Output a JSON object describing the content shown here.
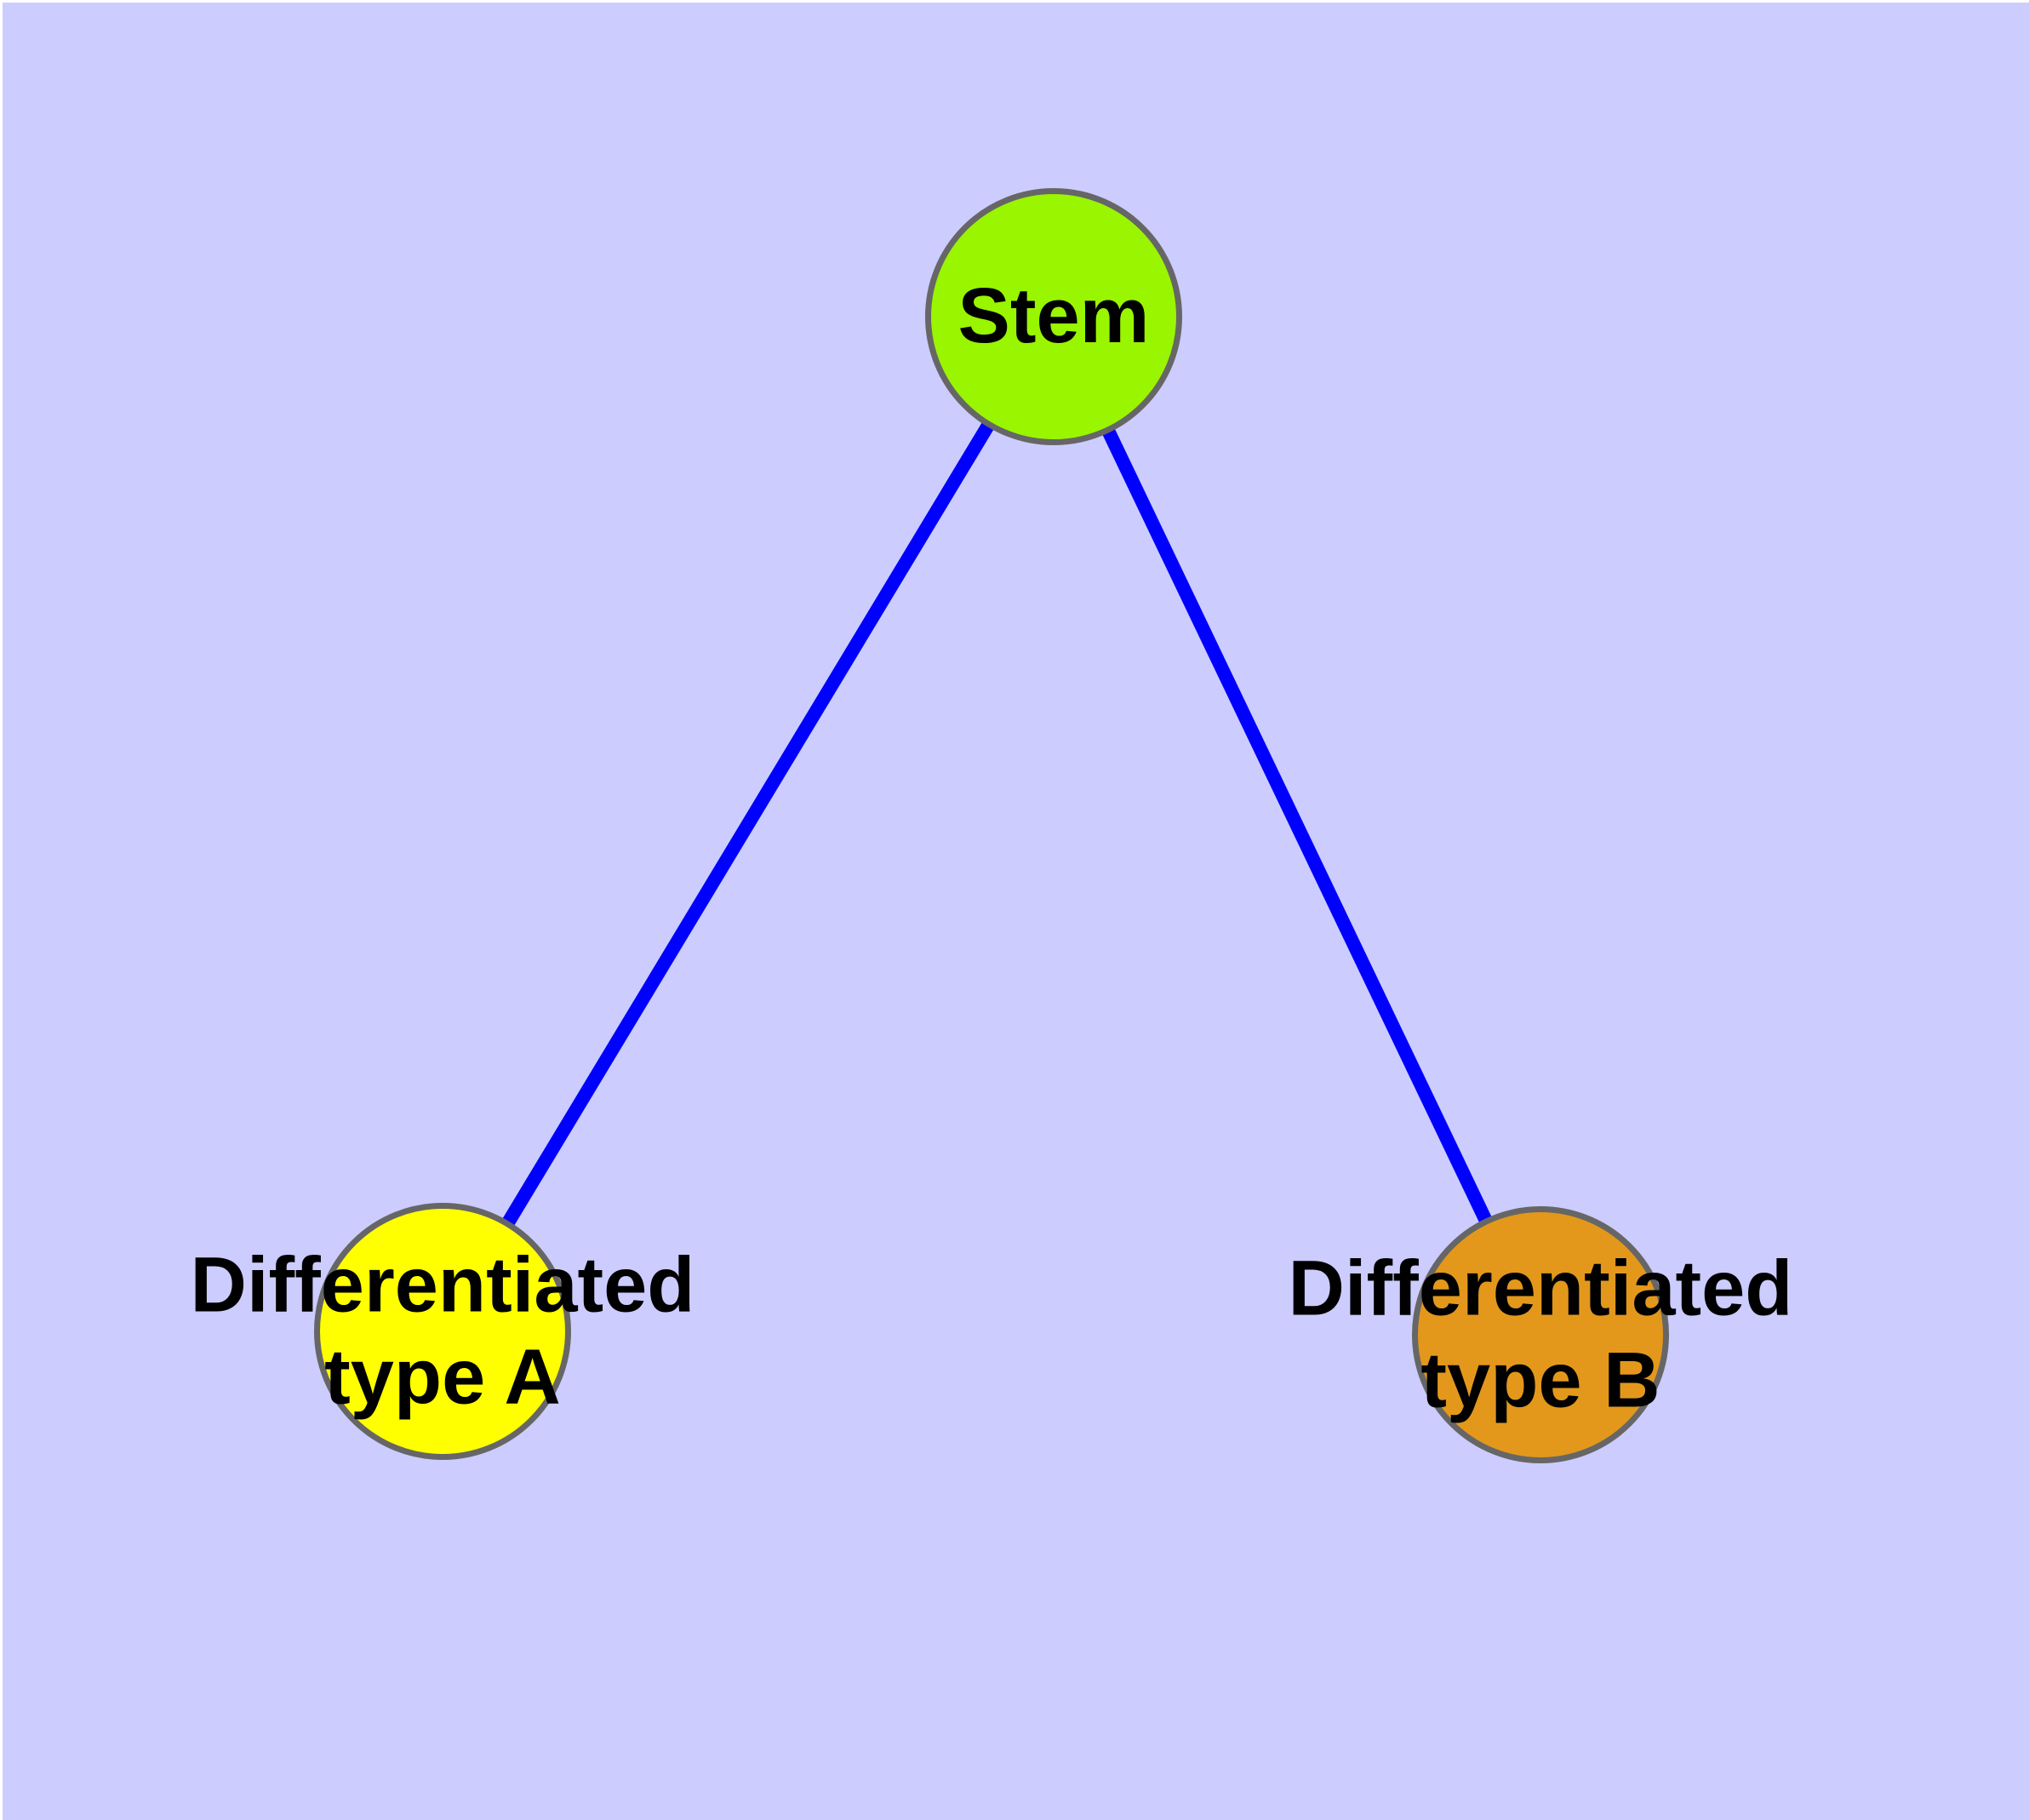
{
  "colors": {
    "background": "#CCCCFF",
    "frame": "#FFFFFF",
    "edge": "#0000FF",
    "node_border": "#666666",
    "label": "#000000"
  },
  "nodes": {
    "stem": {
      "label": "Stem",
      "fill": "#99F500"
    },
    "type_a": {
      "label_line1": "Differentiated",
      "label_line2": "type A",
      "fill": "#FFFF00"
    },
    "type_b": {
      "label_line1": "Differentiated",
      "label_line2": "type B",
      "fill": "#E3981C"
    }
  },
  "edges": [
    {
      "from": "Stem",
      "to": "Differentiated type A"
    },
    {
      "from": "Stem",
      "to": "Differentiated type B"
    }
  ]
}
